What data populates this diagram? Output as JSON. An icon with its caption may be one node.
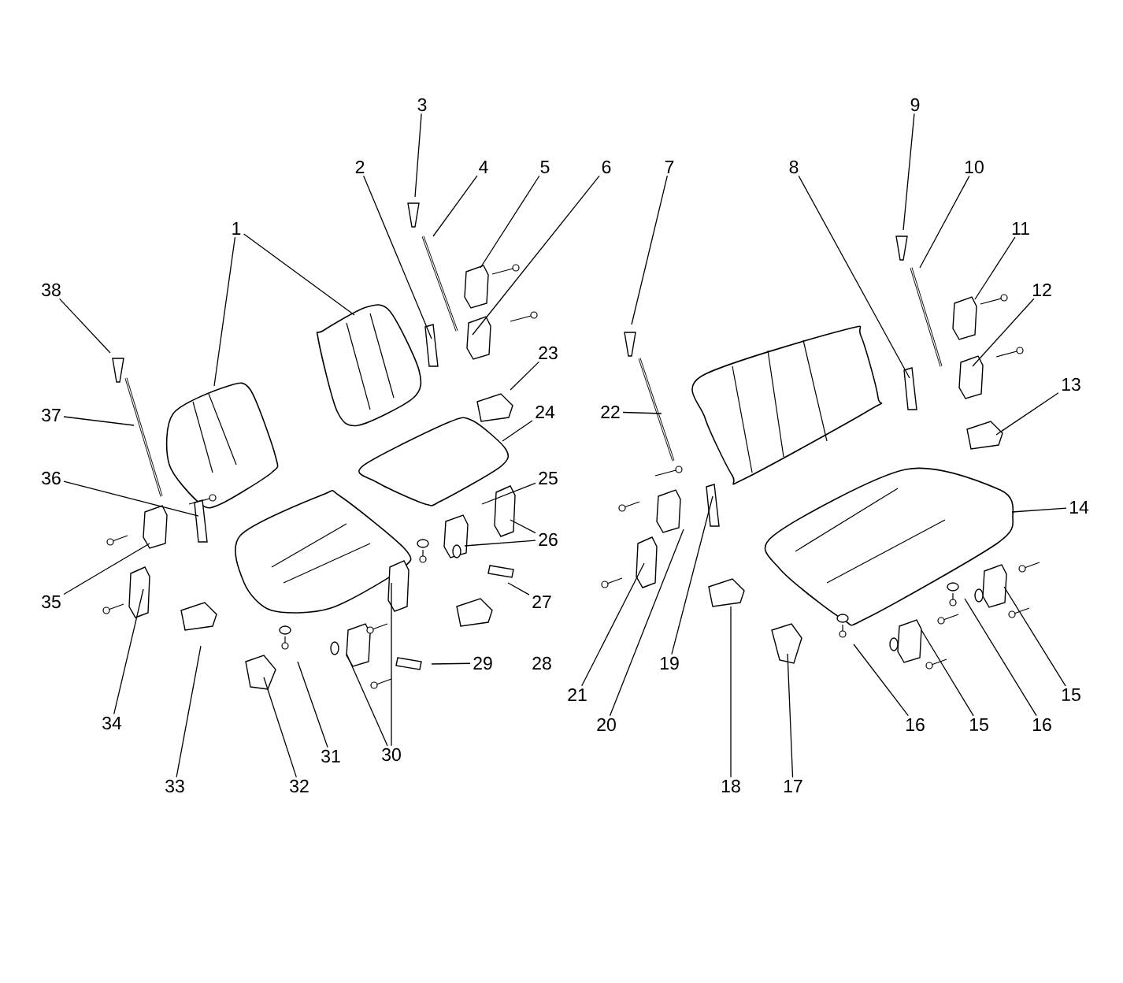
{
  "diagram": {
    "nodes": [
      {
        "text": [
          "1"
        ]
      },
      {
        "text": [
          "2"
        ]
      },
      {
        "text": [
          "3"
        ]
      },
      {
        "text": [
          "4"
        ]
      },
      {
        "text": [
          "5"
        ]
      },
      {
        "text": [
          "6"
        ]
      },
      {
        "text": [
          "7"
        ]
      },
      {
        "text": [
          "8"
        ]
      },
      {
        "text": [
          "9"
        ]
      },
      {
        "text": [
          "10"
        ]
      },
      {
        "text": [
          "11"
        ]
      },
      {
        "text": [
          "12"
        ]
      },
      {
        "text": [
          "13"
        ]
      },
      {
        "text": [
          "14"
        ]
      },
      {
        "text": [
          "15"
        ]
      },
      {
        "text": [
          "16"
        ]
      },
      {
        "text": [
          "17"
        ]
      },
      {
        "text": [
          "18"
        ]
      },
      {
        "text": [
          "19"
        ]
      },
      {
        "text": [
          "20"
        ]
      },
      {
        "text": [
          "21"
        ]
      },
      {
        "text": [
          "22"
        ]
      },
      {
        "text": [
          "23"
        ]
      },
      {
        "text": [
          "24"
        ]
      },
      {
        "text": [
          "25"
        ]
      },
      {
        "text": [
          "26"
        ]
      },
      {
        "text": [
          "27"
        ]
      },
      {
        "text": [
          "29"
        ]
      },
      {
        "text": [
          "30"
        ]
      },
      {
        "text": [
          "31"
        ]
      },
      {
        "text": [
          "32"
        ]
      },
      {
        "text": [
          "33"
        ]
      },
      {
        "text": [
          "34"
        ]
      },
      {
        "text": [
          "35"
        ]
      },
      {
        "text": [
          "36"
        ]
      },
      {
        "text": [
          "37"
        ]
      },
      {
        "text": [
          "38"
        ]
      },
      {
        "text": [
          "15"
        ]
      },
      {
        "text": [
          "16"
        ]
      }
    ],
    "edges": [
      {
        "from": 0,
        "to": null,
        "arrow": "none"
      },
      {
        "from": 0,
        "to": null,
        "arrow": "none"
      },
      {
        "from": 1,
        "to": null,
        "arrow": "none"
      },
      {
        "from": 2,
        "to": null,
        "arrow": "none"
      },
      {
        "from": 3,
        "to": null,
        "arrow": "none"
      },
      {
        "from": 4,
        "to": null,
        "arrow": "none"
      },
      {
        "from": 5,
        "to": null,
        "arrow": "none"
      },
      {
        "from": 6,
        "to": null,
        "arrow": "none"
      },
      {
        "from": 7,
        "to": null,
        "arrow": "none"
      },
      {
        "from": 8,
        "to": null,
        "arrow": "none"
      },
      {
        "from": 9,
        "to": null,
        "arrow": "none"
      },
      {
        "from": 10,
        "to": null,
        "arrow": "none"
      },
      {
        "from": 11,
        "to": null,
        "arrow": "none"
      },
      {
        "from": 12,
        "to": null,
        "arrow": "none"
      },
      {
        "from": 13,
        "to": null,
        "arrow": "none"
      },
      {
        "from": 14,
        "to": null,
        "arrow": "none"
      },
      {
        "from": 15,
        "to": null,
        "arrow": "none"
      },
      {
        "from": 16,
        "to": null,
        "arrow": "none"
      },
      {
        "from": 17,
        "to": null,
        "arrow": "none"
      },
      {
        "from": 18,
        "to": null,
        "arrow": "none"
      },
      {
        "from": 19,
        "to": null,
        "arrow": "none"
      },
      {
        "from": 20,
        "to": null,
        "arrow": "none"
      },
      {
        "from": 21,
        "to": null,
        "arrow": "none"
      },
      {
        "from": 22,
        "to": null,
        "arrow": "none"
      },
      {
        "from": 23,
        "to": null,
        "arrow": "none"
      },
      {
        "from": 24,
        "to": null,
        "arrow": "none"
      },
      {
        "from": 25,
        "to": null,
        "arrow": "none"
      },
      {
        "from": 25,
        "to": null,
        "arrow": "none"
      },
      {
        "from": 26,
        "to": null,
        "arrow": "none"
      },
      {
        "from": 27,
        "to": null,
        "arrow": "none"
      },
      {
        "from": 28,
        "to": null,
        "arrow": "none"
      },
      {
        "from": 28,
        "to": null,
        "arrow": "none"
      },
      {
        "from": 29,
        "to": null,
        "arrow": "none"
      },
      {
        "from": 30,
        "to": null,
        "arrow": "none"
      },
      {
        "from": 31,
        "to": null,
        "arrow": "none"
      },
      {
        "from": 32,
        "to": null,
        "arrow": "none"
      },
      {
        "from": 33,
        "to": null,
        "arrow": "none"
      },
      {
        "from": 34,
        "to": null,
        "arrow": "none"
      },
      {
        "from": 35,
        "to": null,
        "arrow": "none"
      },
      {
        "from": 36,
        "to": null,
        "arrow": "none"
      },
      {
        "from": 37,
        "to": null,
        "arrow": "none"
      },
      {
        "from": 38,
        "to": null,
        "arrow": "none"
      }
    ],
    "labels": [
      "28"
    ]
  }
}
